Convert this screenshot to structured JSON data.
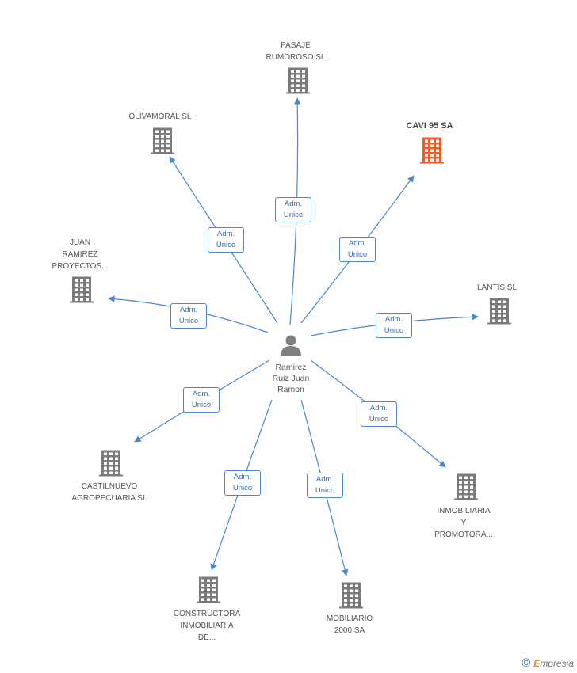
{
  "colors": {
    "edge": "#4a86cf",
    "building": "#7a7a7a",
    "building_highlight": "#f05a28",
    "person": "#808080"
  },
  "center": {
    "name": "Ramirez\nRuiz Juan\nRamon",
    "icon": "person-icon"
  },
  "companies": [
    {
      "name": "PASAJE\nRUMOROSO SL",
      "highlight": false,
      "relation": "Adm.\nUnico"
    },
    {
      "name": "CAVI 95 SA",
      "highlight": true,
      "relation": "Adm.\nUnico"
    },
    {
      "name": "OLIVAMORAL SL",
      "highlight": false,
      "relation": "Adm.\nUnico"
    },
    {
      "name": "JUAN\nRAMIREZ\nPROYECTOS...",
      "highlight": false,
      "relation": "Adm.\nUnico"
    },
    {
      "name": "LANTIS SL",
      "highlight": false,
      "relation": "Adm.\nUnico"
    },
    {
      "name": "CASTILNUEVO\nAGROPECUARIA SL",
      "highlight": false,
      "relation": "Adm.\nUnico"
    },
    {
      "name": "INMOBILIARIA\nY\nPROMOTORA...",
      "highlight": false,
      "relation": "Adm.\nUnico"
    },
    {
      "name": "CONSTRUCTORA\nINMOBILIARIA\nDE...",
      "highlight": false,
      "relation": "Adm.\nUnico"
    },
    {
      "name": "MOBILIARIO\n2000 SA",
      "highlight": false,
      "relation": "Adm.\nUnico"
    }
  ],
  "brand": {
    "copyright": "©",
    "first": "E",
    "rest": "mpresia"
  }
}
